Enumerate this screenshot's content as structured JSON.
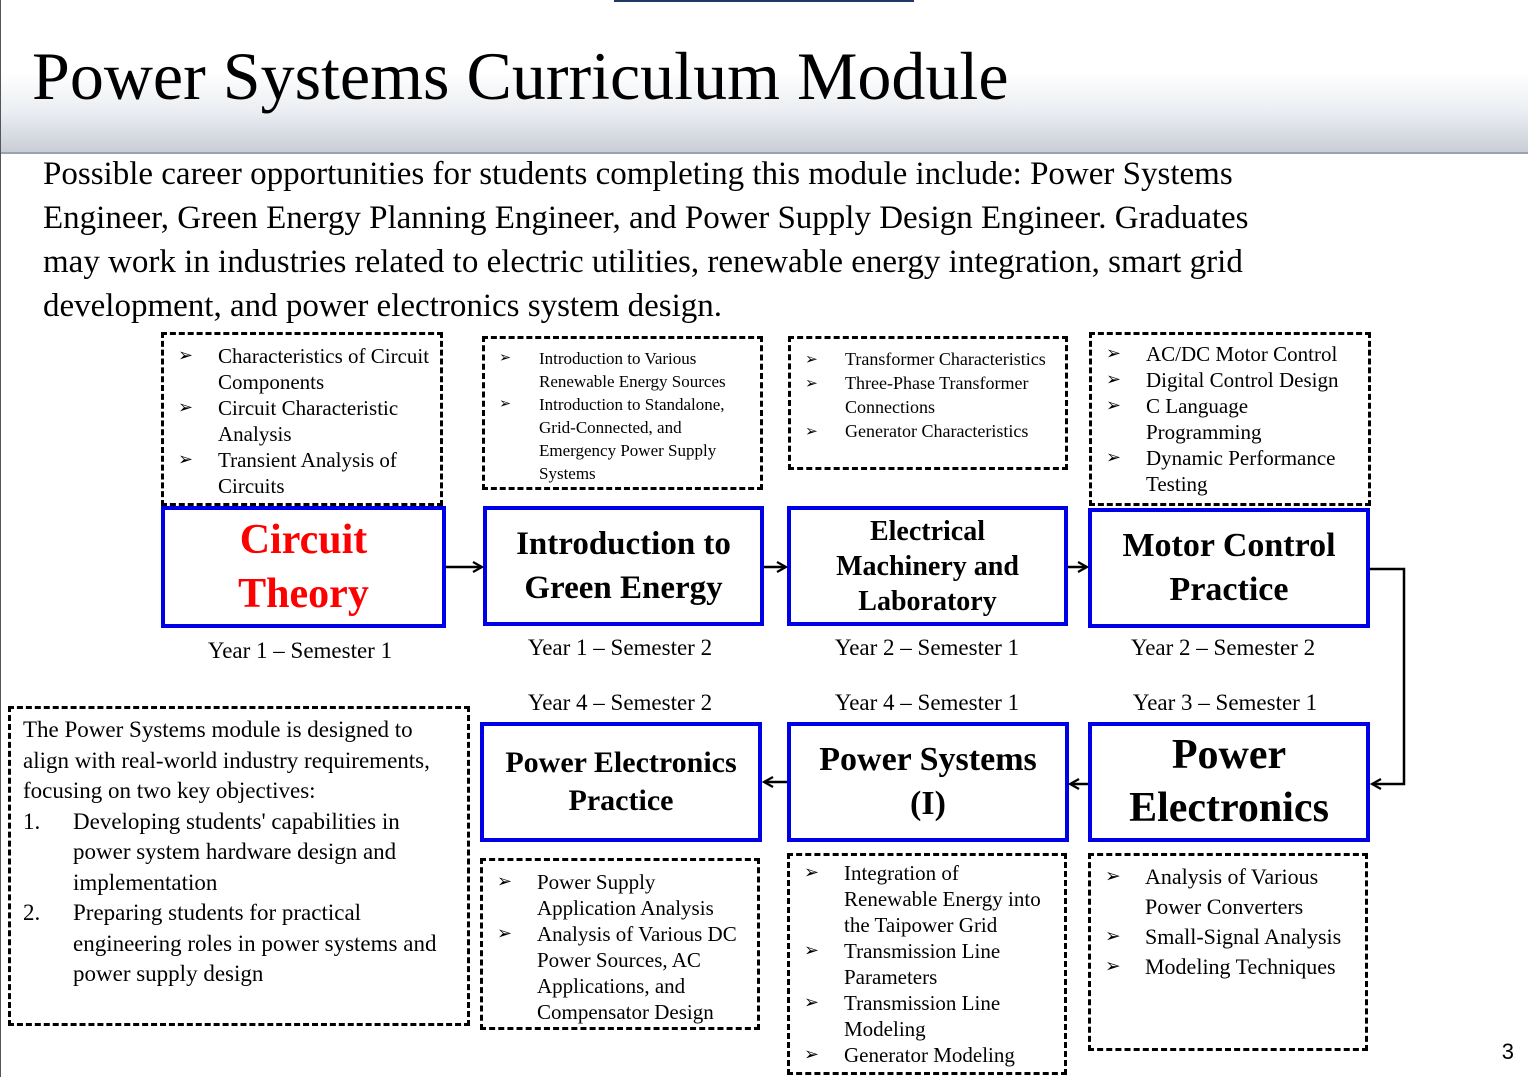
{
  "title": "Power Systems Curriculum Module",
  "intro": "Possible career opportunities for students completing this module include: Power Systems Engineer, Green Energy Planning Engineer, and Power Supply Design Engineer. Graduates may work in industries related to electric utilities, renewable energy integration, smart grid development, and power electronics system design.",
  "courses": [
    {
      "name": "Circuit Theory",
      "semester": "Year 1 – Semester 1",
      "color": "#ff0000",
      "topics": [
        "Characteristics of Circuit Components",
        "Circuit Characteristic Analysis",
        "Transient Analysis of Circuits"
      ]
    },
    {
      "name": "Introduction to Green Energy",
      "semester": "Year 1 – Semester 2",
      "color": "#000000",
      "topics": [
        "Introduction to Various Renewable Energy Sources",
        "Introduction to Standalone, Grid-Connected, and Emergency Power Supply Systems"
      ]
    },
    {
      "name": "Electrical Machinery and Laboratory",
      "semester": "Year 2 – Semester 1",
      "color": "#000000",
      "topics": [
        "Transformer Characteristics",
        "Three-Phase Transformer Connections",
        "Generator Characteristics"
      ]
    },
    {
      "name": "Motor Control Practice",
      "semester": "Year 2 – Semester 2",
      "color": "#000000",
      "topics": [
        "AC/DC Motor Control",
        "Digital Control Design",
        "C Language Programming",
        "Dynamic Performance Testing"
      ]
    },
    {
      "name": "Power Electronics",
      "semester": "Year 3 – Semester 1",
      "color": "#000000",
      "topics": [
        "Analysis of Various Power Converters",
        "Small-Signal Analysis",
        "Modeling Techniques"
      ]
    },
    {
      "name": "Power Systems (I)",
      "semester": "Year 4 – Semester 1",
      "color": "#000000",
      "topics": [
        "Integration of Renewable Energy into the Taipower Grid",
        "Transmission Line Parameters",
        "Transmission Line Modeling",
        "Generator Modeling"
      ]
    },
    {
      "name": "Power Electronics Practice",
      "semester": "Year 4 – Semester 2",
      "color": "#000000",
      "topics": [
        "Power Supply Application Analysis",
        "Analysis of Various DC Power Sources, AC Applications, and Compensator Design"
      ]
    }
  ],
  "objectives": {
    "intro": "The Power Systems module is designed to align with real-world industry requirements, focusing on two key objectives:",
    "items": [
      {
        "num": "1.",
        "text": "Developing students' capabilities in power system hardware design and implementation"
      },
      {
        "num": "2.",
        "text": "Preparing students for practical engineering roles in power systems and power supply design"
      }
    ]
  },
  "page_number": "3",
  "colors": {
    "course_border": "#0000e6",
    "accent_title": "#ff0000",
    "header_gradient_end": "#c9ced6"
  }
}
